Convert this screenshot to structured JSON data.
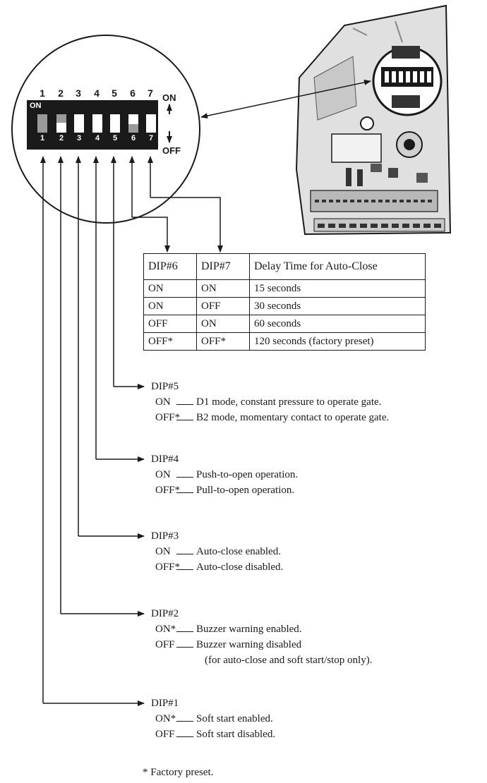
{
  "dip_switch": {
    "numbers": [
      "1",
      "2",
      "3",
      "4",
      "5",
      "6",
      "7"
    ],
    "switch_labels": [
      "1",
      "2",
      "3",
      "4",
      "5",
      "6",
      "7"
    ],
    "on_text": "ON",
    "side_on": "ON",
    "side_off": "OFF"
  },
  "delay_table": {
    "headers": [
      "DIP#6",
      "DIP#7",
      "Delay Time for Auto-Close"
    ],
    "rows": [
      [
        "ON",
        "ON",
        "15 seconds"
      ],
      [
        "ON",
        "OFF",
        "30 seconds"
      ],
      [
        "OFF",
        "ON",
        "60 seconds"
      ],
      [
        "OFF*",
        "OFF*",
        "120 seconds (factory preset)"
      ]
    ]
  },
  "settings": [
    {
      "title": "DIP#5",
      "on_label": "ON",
      "on_text": "D1 mode, constant pressure to operate gate.",
      "off_label": "OFF*",
      "off_text": "B2 mode, momentary contact to operate gate."
    },
    {
      "title": "DIP#4",
      "on_label": "ON",
      "on_text": "Push-to-open operation.",
      "off_label": "OFF*",
      "off_text": "Pull-to-open operation."
    },
    {
      "title": "DIP#3",
      "on_label": "ON",
      "on_text": "Auto-close enabled.",
      "off_label": "OFF*",
      "off_text": "Auto-close disabled."
    },
    {
      "title": "DIP#2",
      "on_label": "ON*",
      "on_text": "Buzzer warning enabled.",
      "off_label": "OFF",
      "off_text": "Buzzer warning disabled",
      "off_text_cont": "(for auto-close and soft start/stop only)."
    },
    {
      "title": "DIP#1",
      "on_label": "ON*",
      "on_text": "Soft start enabled.",
      "off_label": "OFF",
      "off_text": "Soft start disabled."
    }
  ],
  "footnote": "* Factory preset.",
  "colors": {
    "ink": "#1a1a1a",
    "board": "#e0e0e0",
    "board_dark": "#8a8a8a"
  }
}
